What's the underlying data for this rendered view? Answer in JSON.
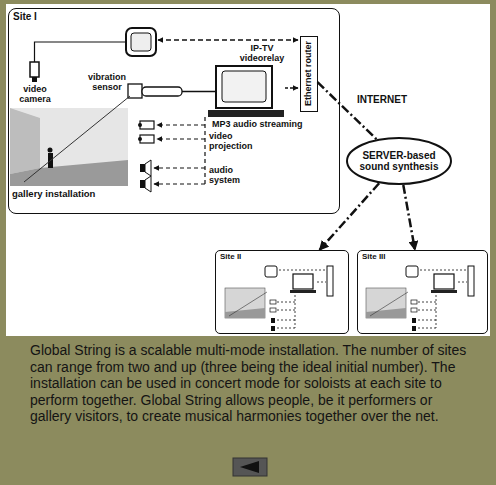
{
  "diagram": {
    "caption": "Global String is a scalable multi-mode installation. The number of sites can range from two and up (three being the ideal initial number). The installation can be used in concert mode for soloists at each site to perform together. Global String allows people, be it performers or gallery visitors, to create musical harmonies together over the net.",
    "nodes": [
      {
        "text": [
          "Site I"
        ]
      },
      {
        "text": [
          "Ethernet router"
        ],
        "in": 0
      },
      {
        "text": [
          "SERVER-based sound synthesis"
        ]
      },
      {
        "text": [
          "Site II"
        ]
      },
      {
        "text": [
          "Site III"
        ]
      }
    ],
    "edges": [
      {
        "from": 1,
        "to": 2,
        "label": "INTERNET",
        "arrow": "none"
      },
      {
        "from": 2,
        "to": 3,
        "arrow": "to"
      },
      {
        "from": 2,
        "to": 4,
        "arrow": "to"
      }
    ],
    "labels": [
      "IP-TV videorelay",
      "video camera",
      "vibration sensor",
      "MP3 audio streaming",
      "video projection",
      "audio system",
      "gallery installation"
    ]
  }
}
